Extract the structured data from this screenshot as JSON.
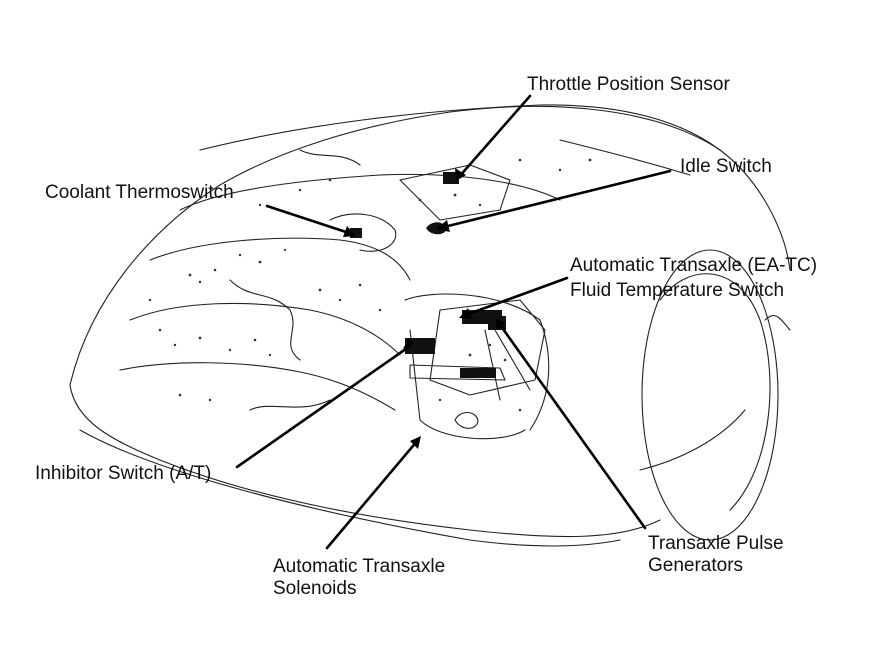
{
  "labels": {
    "throttle_position_sensor": "Throttle Position Sensor",
    "idle_switch": "Idle Switch",
    "coolant_thermoswitch": "Coolant Thermoswitch",
    "fluid_temp_line1": "Automatic Transaxle (EA-TC)",
    "fluid_temp_line2": "Fluid Temperature Switch",
    "inhibitor_switch": "Inhibitor Switch (A/T)",
    "solenoids_line1": "Automatic Transaxle",
    "solenoids_line2": "Solenoids",
    "pulse_generators_line1": "Transaxle Pulse",
    "pulse_generators_line2": "Generators"
  },
  "colors": {
    "ink": "#111111",
    "background": "#ffffff"
  }
}
